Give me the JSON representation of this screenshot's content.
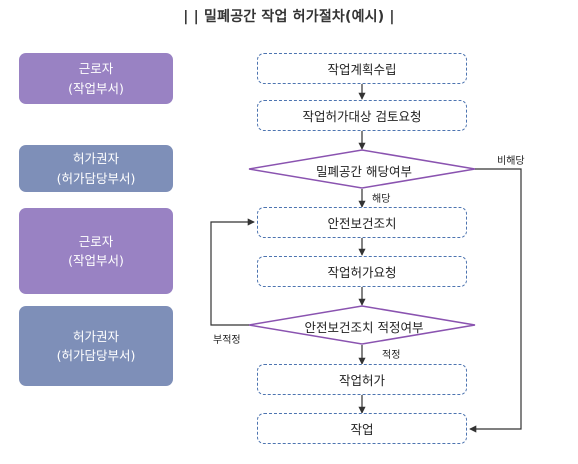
{
  "title": "| | 밀폐공간 작업 허가절차(예시) |",
  "roles": [
    {
      "line1": "근로자",
      "line2": "(작업부서)",
      "color": "#9982c3"
    },
    {
      "line1": "허가권자",
      "line2": "(허가담당부서)",
      "color": "#7e8fb8"
    },
    {
      "line1": "근로자",
      "line2": "(작업부서)",
      "color": "#9982c3"
    },
    {
      "line1": "허가권자",
      "line2": "(허가담당부서)",
      "color": "#7e8fb8"
    }
  ],
  "steps": {
    "plan": "작업계획수립",
    "review_request": "작업허가대상 검토요청",
    "confined_check": "밀폐공간 해당여부",
    "safety_measures": "안전보건조치",
    "permit_request": "작업허가요청",
    "measures_check": "안전보건조치 적정여부",
    "permit": "작업허가",
    "work": "작업"
  },
  "edge_labels": {
    "applicable": "해당",
    "not_applicable": "비해당",
    "inadequate": "부적정",
    "adequate": "적정"
  },
  "colors": {
    "dashed_border": "#4d74b0",
    "diamond_border": "#8a53b0",
    "arrow": "#333333"
  }
}
